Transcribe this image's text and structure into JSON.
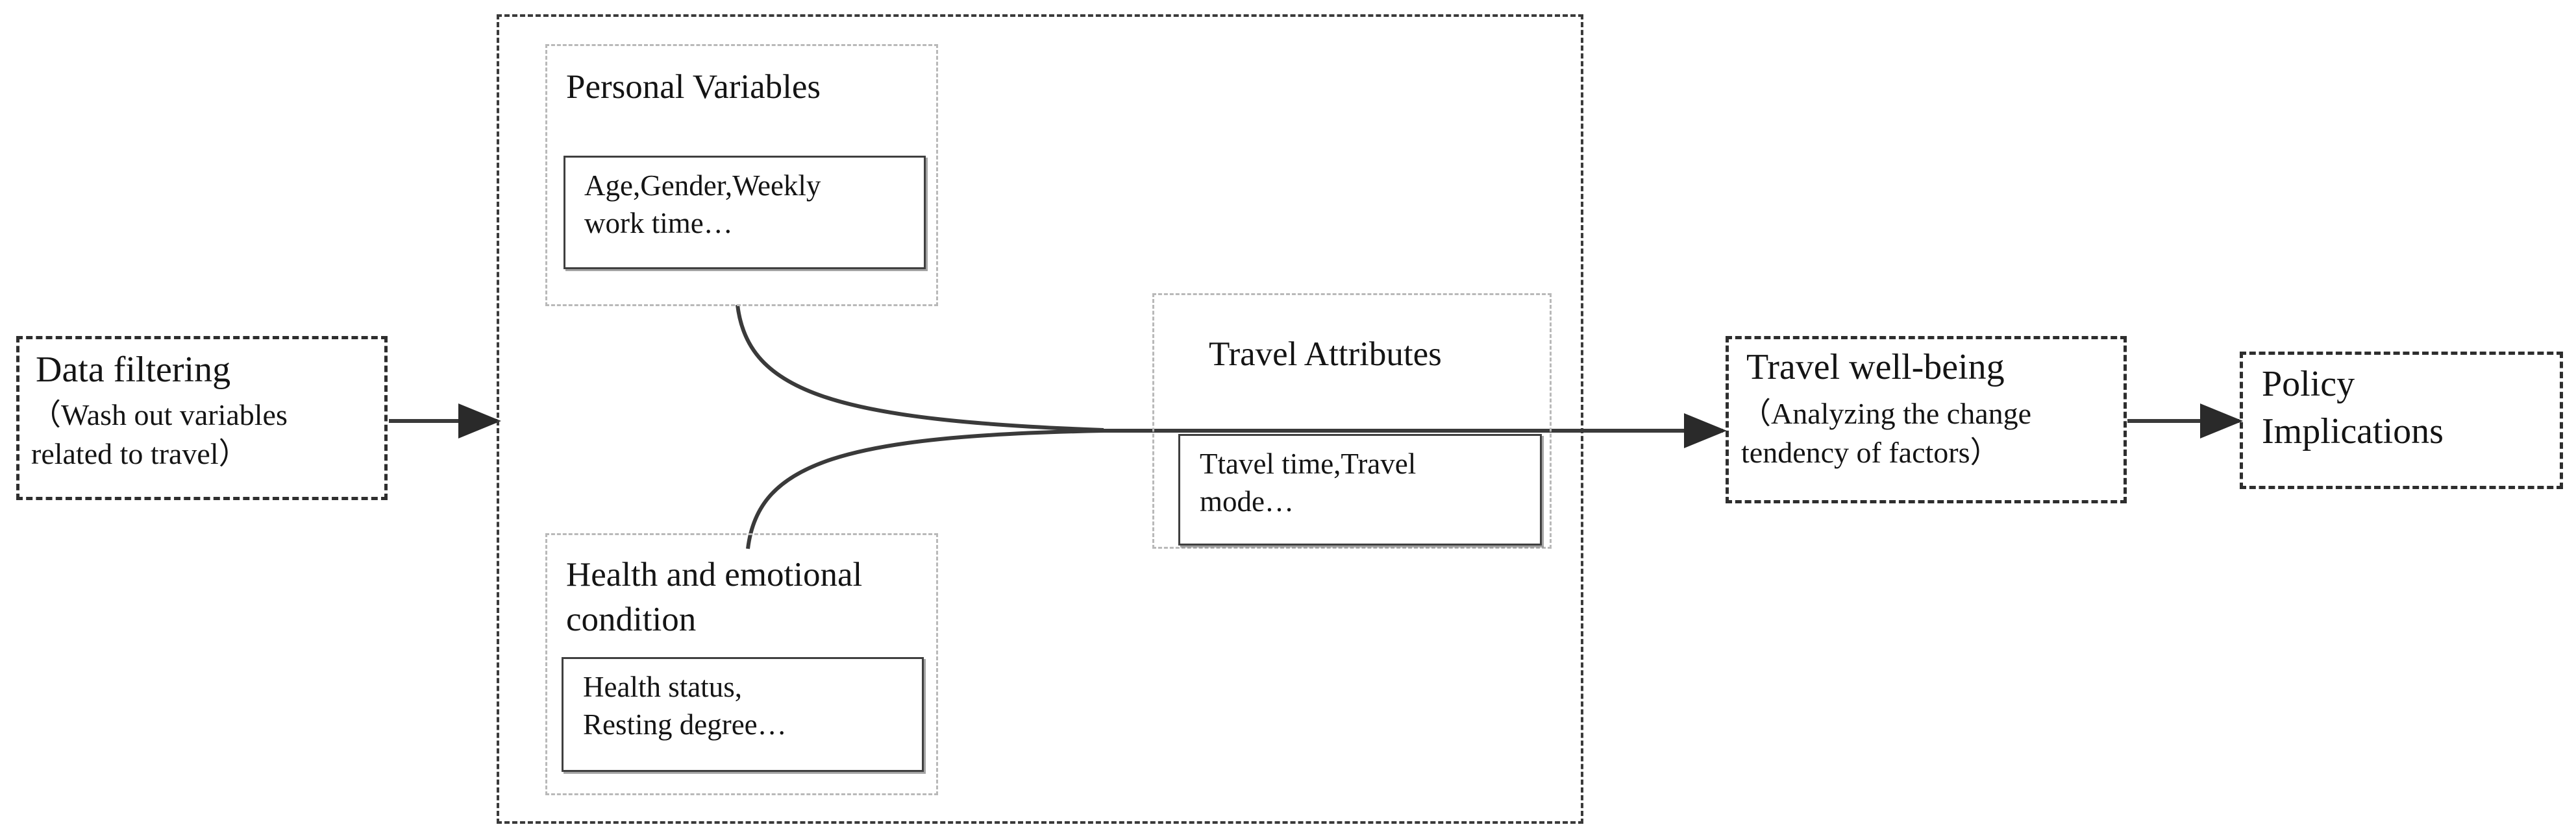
{
  "diagram": {
    "nodes": {
      "data_filtering": {
        "title": "Data filtering",
        "subtitle": "（Wash out variables\nrelated to travel）"
      },
      "personal_variables": {
        "group_title": "Personal Variables",
        "inner_text": "Age,Gender,Weekly\nwork time…"
      },
      "health_condition": {
        "group_title": "Health and emotional\ncondition",
        "inner_text": "Health status,\nResting degree…"
      },
      "travel_attributes": {
        "group_title": "Travel Attributes",
        "inner_text": "Ttavel time,Travel\nmode…"
      },
      "travel_wellbeing": {
        "title": "Travel well-being",
        "subtitle": "（Analyzing  the change\ntendency of factors）"
      },
      "policy_implications": {
        "title": "Policy\nImplications"
      }
    },
    "colors": {
      "line": "#3a3a3a",
      "dashed_outer": "#3a3a3a",
      "dashed_group": "#b9b9b9",
      "dashed_node": "#2e2e2e",
      "solid_node": "#3f3f3f",
      "text": "#141414",
      "background": "#ffffff"
    },
    "connectors": [
      {
        "name": "data-filtering-to-model",
        "from": "data_filtering",
        "to": "model_container",
        "kind": "straight-arrow"
      },
      {
        "name": "personal-variables-to-travel-attributes",
        "from": "personal_variables",
        "to": "travel_attributes",
        "kind": "curve"
      },
      {
        "name": "health-condition-to-travel-attributes",
        "from": "health_condition",
        "to": "travel_attributes",
        "kind": "curve"
      },
      {
        "name": "travel-attributes-to-travel-wellbeing",
        "from": "travel_attributes",
        "to": "travel_wellbeing",
        "kind": "straight-arrow"
      },
      {
        "name": "travel-wellbeing-to-policy-implications",
        "from": "travel_wellbeing",
        "to": "policy_implications",
        "kind": "straight-arrow"
      }
    ]
  }
}
